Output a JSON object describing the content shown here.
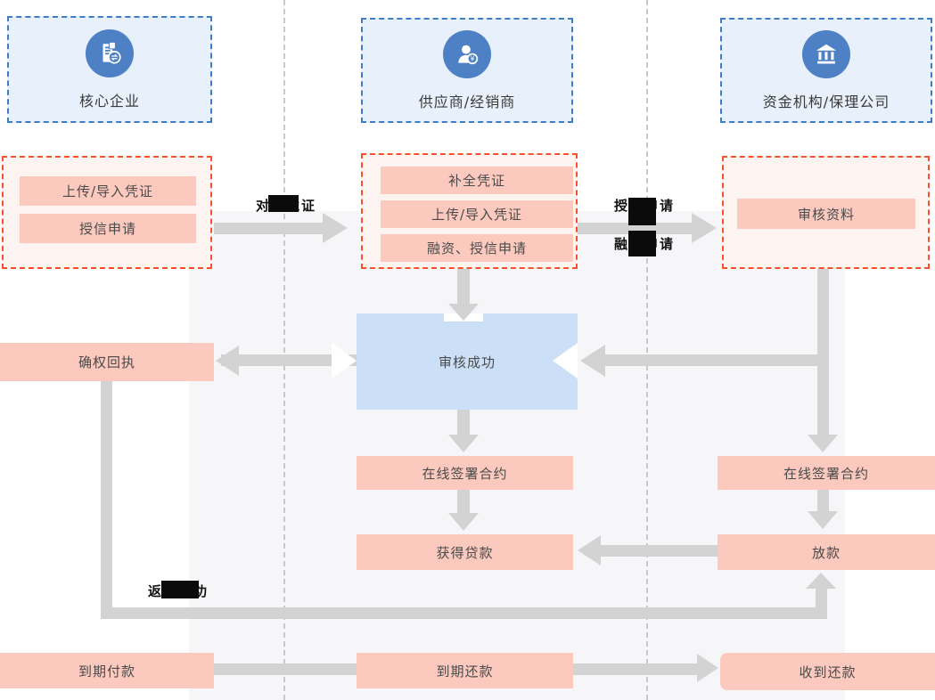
{
  "actors": [
    {
      "label": "核心企业",
      "icon": "enterprise-icon"
    },
    {
      "label": "供应商/经销商",
      "icon": "supplier-icon"
    },
    {
      "label": "资金机构/保理公司",
      "icon": "bank-icon"
    }
  ],
  "steps": {
    "core": [
      "上传/导入凭证",
      "授信申请"
    ],
    "supplier": [
      "补全凭证",
      "上传/导入凭证",
      "融资、授信申请"
    ],
    "funder": [
      "审核资料"
    ]
  },
  "nodes": {
    "audit_success": "审核成功",
    "confirm_receipt": "确权回执",
    "sign_contract_supplier": "在线签署合约",
    "obtain_loan": "获得贷款",
    "sign_contract_funder": "在线签署合约",
    "disburse": "放款",
    "pay_on_due": "到期付款",
    "repay_on_due": "到期还款",
    "receive_repayment": "收到还款"
  },
  "edge_labels": {
    "reconciliation_voucher": "对账凭证",
    "credit_application": "授信申请",
    "financing_application": "融资申请",
    "return_success": "返回成功"
  },
  "colors": {
    "actor_border": "#3e7cc7",
    "actor_bg": "#e8f1fb",
    "icon_circle": "#4d80c4",
    "group_border": "#f5512d",
    "group_bg": "#fdf4f1",
    "step_bg": "#fbc9be",
    "highlight_node_bg": "#cbe0f7",
    "arrow": "#d3d3d3",
    "panel_bg": "#f6f6f8",
    "lane_divider": "#c9c9c9",
    "text": "#4a4a4a",
    "edge_label_text": "#111111"
  }
}
